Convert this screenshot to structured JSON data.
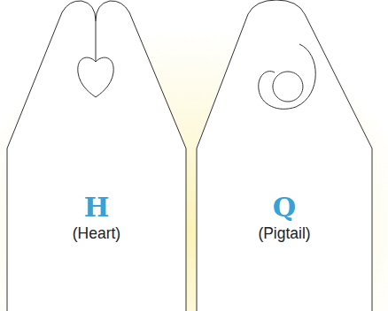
{
  "diagram": {
    "nodes": [
      {
        "text": [
          "H",
          "(Heart)"
        ]
      },
      {
        "text": [
          "Q",
          "(Pigtail)"
        ]
      }
    ]
  }
}
